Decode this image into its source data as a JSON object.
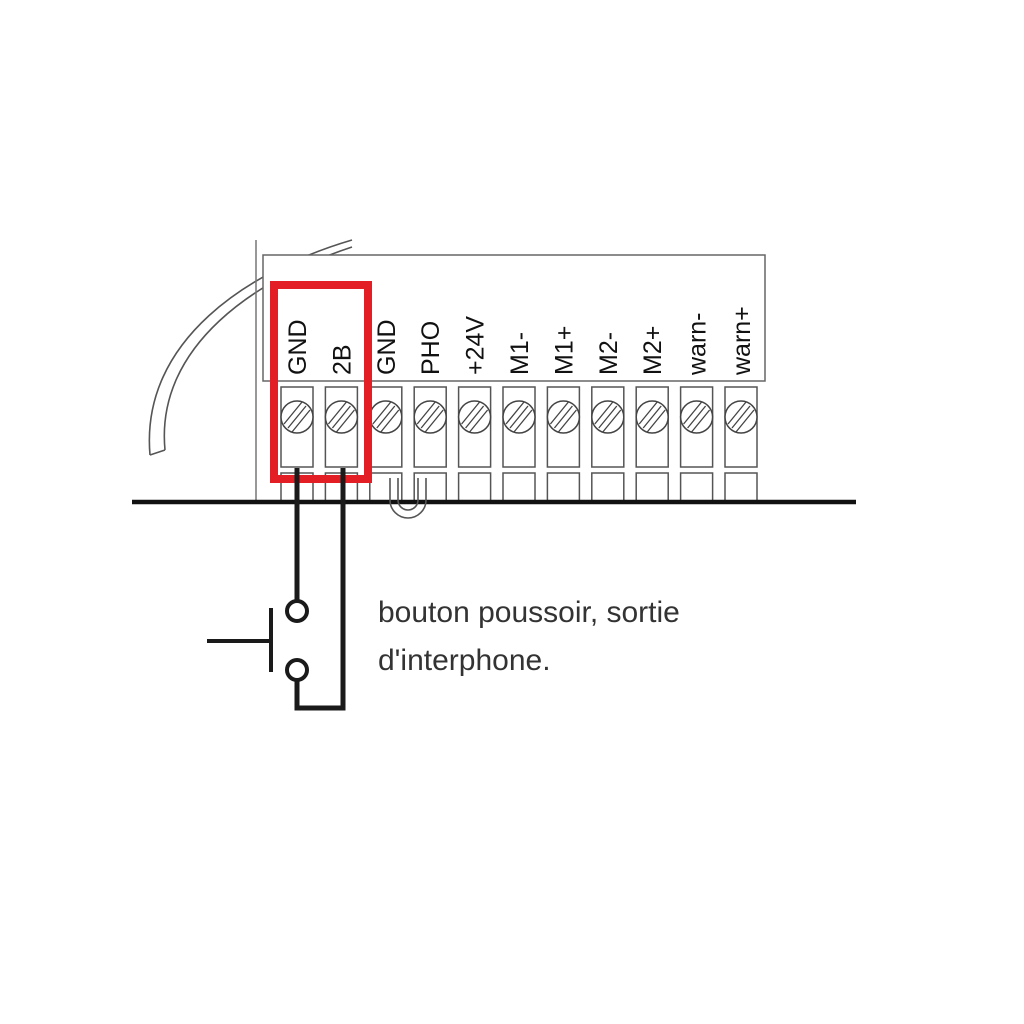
{
  "terminals": [
    "GND",
    "2B",
    "GND",
    "PHO",
    "+24V",
    "M1-",
    "M1+",
    "M2-",
    "M2+",
    "warn-",
    "warn+"
  ],
  "highlighted_terminals": [
    "GND",
    "2B"
  ],
  "caption": {
    "line1": "bouton poussoir, sortie",
    "line2": "d'interphone."
  },
  "colors": {
    "highlight": "#e31e24",
    "wire": "#1a1a1a",
    "outline": "#555555"
  }
}
